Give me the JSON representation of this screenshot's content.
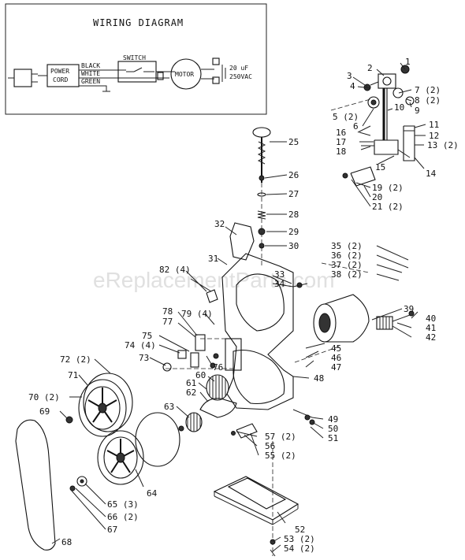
{
  "wiring": {
    "title": "WIRING DIAGRAM",
    "power_cord": [
      "POWER",
      "CORD"
    ],
    "wires": [
      "BLACK",
      "WHITE",
      "GREEN"
    ],
    "switch": "SWITCH",
    "motor": "MOTOR",
    "cap": [
      "20 uF",
      "250VAC"
    ]
  },
  "watermark": "eReplacementParts.com",
  "callouts": [
    {
      "id": "c1",
      "text": "1"
    },
    {
      "id": "c2",
      "text": "2"
    },
    {
      "id": "c3",
      "text": "3"
    },
    {
      "id": "c4",
      "text": "4"
    },
    {
      "id": "c5",
      "text": "5 (2)"
    },
    {
      "id": "c6",
      "text": "6"
    },
    {
      "id": "c7",
      "text": "7 (2)"
    },
    {
      "id": "c8",
      "text": "8 (2)"
    },
    {
      "id": "c9",
      "text": "9"
    },
    {
      "id": "c10",
      "text": "10"
    },
    {
      "id": "c11",
      "text": "11"
    },
    {
      "id": "c12",
      "text": "12"
    },
    {
      "id": "c13",
      "text": "13 (2)"
    },
    {
      "id": "c14",
      "text": "14"
    },
    {
      "id": "c15",
      "text": "15"
    },
    {
      "id": "c16",
      "text": "16"
    },
    {
      "id": "c17",
      "text": "17"
    },
    {
      "id": "c18",
      "text": "18"
    },
    {
      "id": "c19",
      "text": "19 (2)"
    },
    {
      "id": "c20",
      "text": "20"
    },
    {
      "id": "c21",
      "text": "21 (2)"
    },
    {
      "id": "c25",
      "text": "25"
    },
    {
      "id": "c26",
      "text": "26"
    },
    {
      "id": "c27",
      "text": "27"
    },
    {
      "id": "c28",
      "text": "28"
    },
    {
      "id": "c29",
      "text": "29"
    },
    {
      "id": "c30",
      "text": "30"
    },
    {
      "id": "c31",
      "text": "31"
    },
    {
      "id": "c32",
      "text": "32"
    },
    {
      "id": "c33",
      "text": "33"
    },
    {
      "id": "c34",
      "text": "34"
    },
    {
      "id": "c35",
      "text": "35 (2)"
    },
    {
      "id": "c36",
      "text": "36 (2)"
    },
    {
      "id": "c37",
      "text": "37 (2)"
    },
    {
      "id": "c38",
      "text": "38 (2)"
    },
    {
      "id": "c39",
      "text": "39"
    },
    {
      "id": "c40",
      "text": "40"
    },
    {
      "id": "c41",
      "text": "41"
    },
    {
      "id": "c42",
      "text": "42"
    },
    {
      "id": "c45",
      "text": "45"
    },
    {
      "id": "c46",
      "text": "46"
    },
    {
      "id": "c47",
      "text": "47"
    },
    {
      "id": "c48",
      "text": "48"
    },
    {
      "id": "c49",
      "text": "49"
    },
    {
      "id": "c50",
      "text": "50"
    },
    {
      "id": "c51",
      "text": "51"
    },
    {
      "id": "c52",
      "text": "52"
    },
    {
      "id": "c53",
      "text": "53 (2)"
    },
    {
      "id": "c54",
      "text": "54 (2)"
    },
    {
      "id": "c55",
      "text": "55 (2)"
    },
    {
      "id": "c56",
      "text": "56"
    },
    {
      "id": "c57",
      "text": "57 (2)"
    },
    {
      "id": "c60",
      "text": "60"
    },
    {
      "id": "c61",
      "text": "61"
    },
    {
      "id": "c62",
      "text": "62"
    },
    {
      "id": "c63",
      "text": "63"
    },
    {
      "id": "c64",
      "text": "64"
    },
    {
      "id": "c65",
      "text": "65 (3)"
    },
    {
      "id": "c66",
      "text": "66 (2)"
    },
    {
      "id": "c67",
      "text": "67"
    },
    {
      "id": "c68",
      "text": "68"
    },
    {
      "id": "c69",
      "text": "69"
    },
    {
      "id": "c70",
      "text": "70 (2)"
    },
    {
      "id": "c71",
      "text": "71"
    },
    {
      "id": "c72",
      "text": "72 (2)"
    },
    {
      "id": "c73",
      "text": "73"
    },
    {
      "id": "c74",
      "text": "74 (4)"
    },
    {
      "id": "c75",
      "text": "75"
    },
    {
      "id": "c76",
      "text": "76"
    },
    {
      "id": "c77",
      "text": "77"
    },
    {
      "id": "c78",
      "text": "78"
    },
    {
      "id": "c79",
      "text": "79 (4)"
    },
    {
      "id": "c82",
      "text": "82 (4)"
    }
  ]
}
